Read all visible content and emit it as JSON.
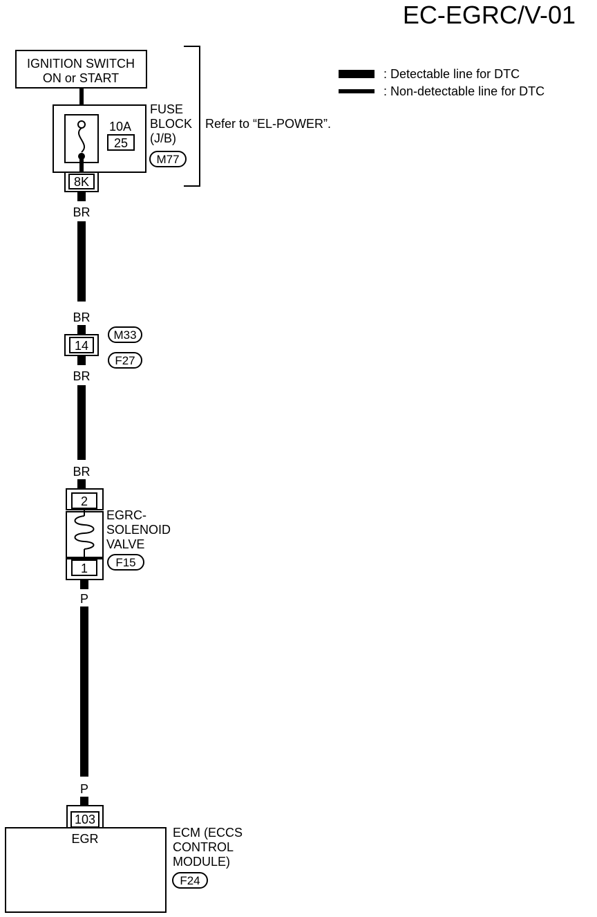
{
  "page": {
    "code": "EC-EGRC/V-01"
  },
  "legend": [
    {
      "style": "detectable",
      "label": ": Detectable line for DTC"
    },
    {
      "style": "non-detectable",
      "label": ": Non-detectable line for DTC"
    }
  ],
  "ignition_switch": {
    "line1": "IGNITION SWITCH",
    "line2": "ON or START"
  },
  "fuse_block": {
    "rating": "10A",
    "fuse_number": "25",
    "name_lines": [
      "FUSE",
      "BLOCK",
      "(J/B)"
    ],
    "connector": "M77",
    "terminal": "8K",
    "reference": "Refer to “EL-POWER”."
  },
  "wires": {
    "color_br": "BR",
    "color_p": "P"
  },
  "joint_connector": {
    "terminal": "14",
    "connector_top": "M33",
    "connector_bottom": "F27"
  },
  "solenoid": {
    "name_lines": [
      "EGRC-",
      "SOLENOID",
      "VALVE"
    ],
    "terminal_top": "2",
    "terminal_bottom": "1",
    "connector": "F15"
  },
  "ecm": {
    "terminal": "103",
    "terminal_label": "EGR",
    "name_lines": [
      "ECM (ECCS",
      "CONTROL",
      "MODULE)"
    ],
    "connector": "F24"
  }
}
